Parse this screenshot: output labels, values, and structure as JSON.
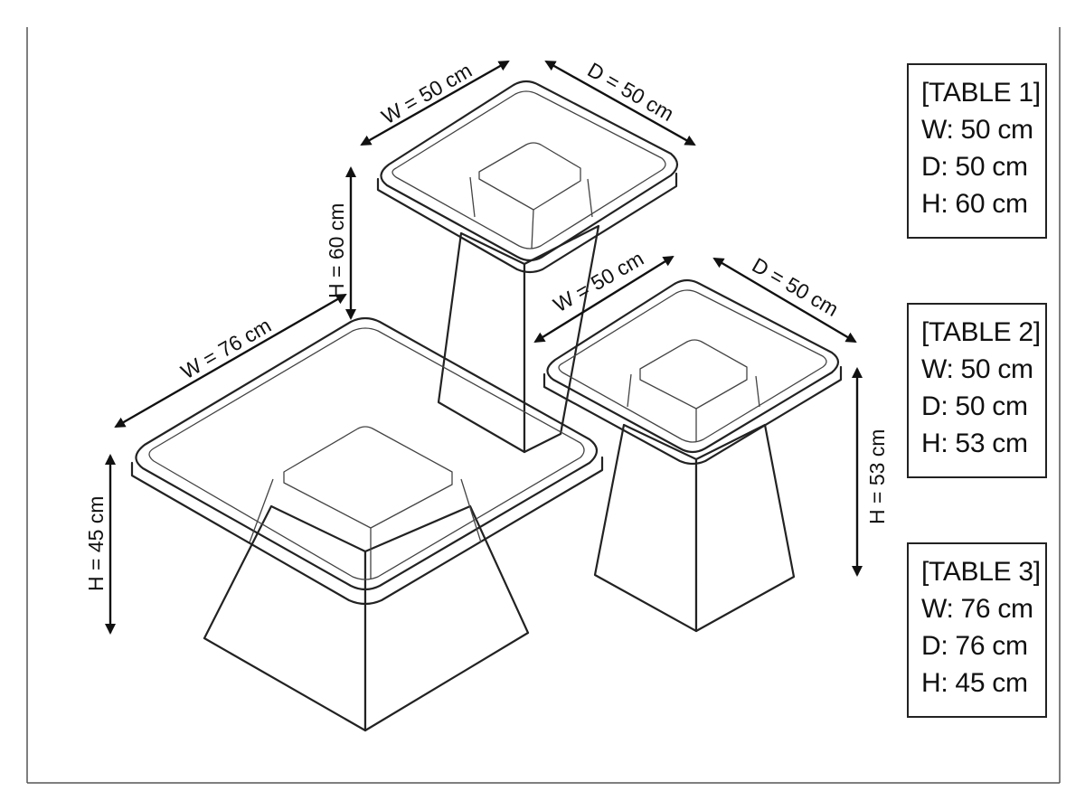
{
  "specs": [
    {
      "title": "[TABLE 1]",
      "w": "W: 50 cm",
      "d": "D: 50 cm",
      "h": "H: 60 cm"
    },
    {
      "title": "[TABLE 2]",
      "w": "W: 50 cm",
      "d": "D: 50 cm",
      "h": "H: 53 cm"
    },
    {
      "title": "[TABLE 3]",
      "w": "W: 76 cm",
      "d": "D: 76 cm",
      "h": "H: 45 cm"
    }
  ],
  "dimensions": {
    "t1_w": "W = 50 cm",
    "t1_d": "D = 50 cm",
    "t1_h": "H = 60 cm",
    "t2_w": "W = 50 cm",
    "t2_d": "D = 50 cm",
    "t2_h": "H = 53 cm",
    "t3_w": "W = 76 cm",
    "t3_h": "H = 45 cm"
  },
  "colors": {
    "line": "#222222",
    "background": "#ffffff"
  }
}
